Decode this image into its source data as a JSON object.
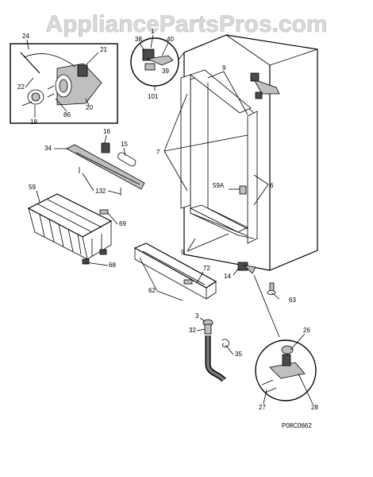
{
  "watermark": "AppliancePartsPros.com",
  "diagram_code": "P08C0662",
  "callouts": {
    "c24": "24",
    "c21": "21",
    "c22": "22",
    "c20": "20",
    "c18": "18",
    "c86": "86",
    "c38": "38",
    "c1": "1",
    "c40": "40",
    "c39": "39",
    "c101": "101",
    "c9a": "9",
    "c7": "7",
    "c16": "16",
    "c15": "15",
    "c34": "34",
    "c132": "132",
    "c59a": "59A",
    "c6": "6",
    "c59": "59",
    "c69": "69",
    "c68": "68",
    "c9b": "9",
    "c72": "72",
    "c14": "14",
    "c62": "62",
    "c63": "63",
    "c3": "3",
    "c32": "32",
    "c35": "35",
    "c26": "26",
    "c27": "27",
    "c28": "28"
  }
}
